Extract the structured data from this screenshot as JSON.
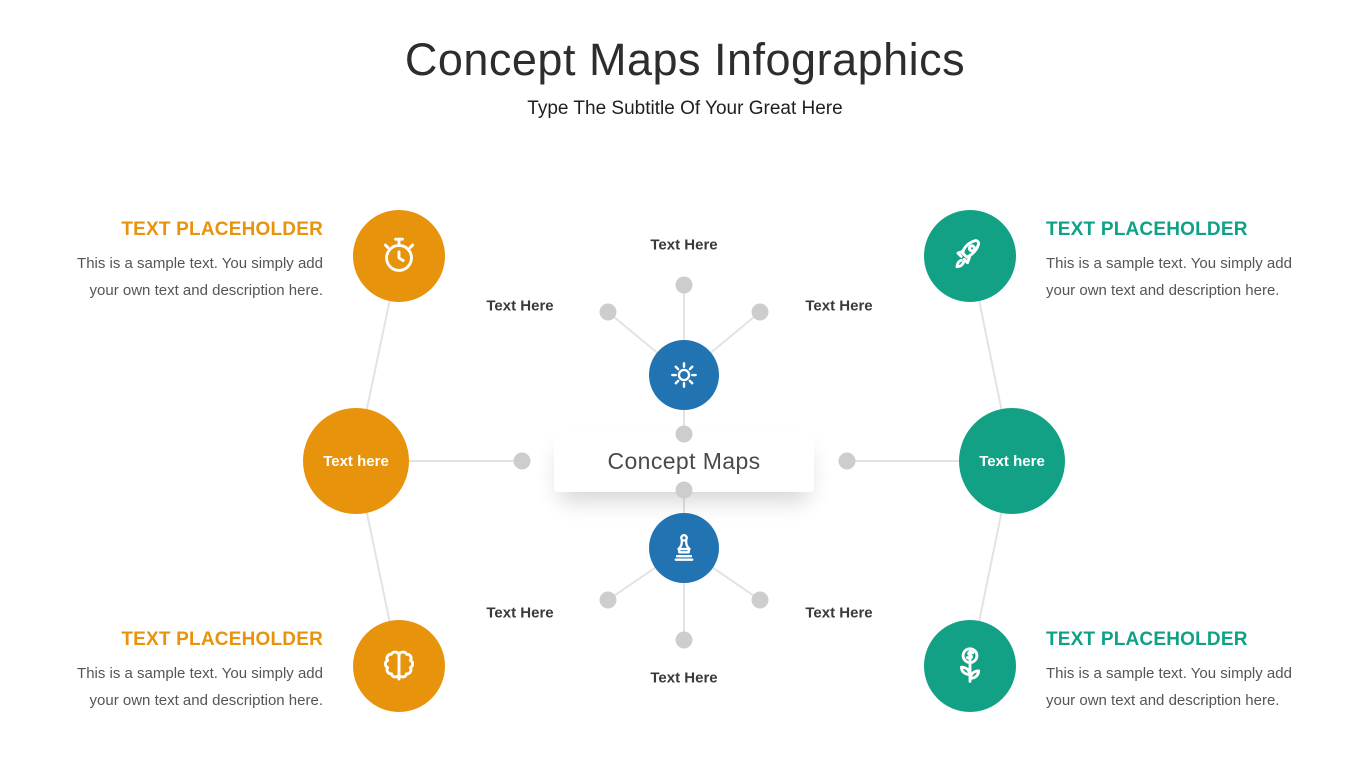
{
  "header": {
    "title": "Concept Maps Infographics",
    "subtitle": "Type The Subtitle Of Your Great Here"
  },
  "center": {
    "label": "Concept Maps"
  },
  "hubs": {
    "left": {
      "label": "Text here"
    },
    "right": {
      "label": "Text here"
    }
  },
  "spoke_labels": {
    "top": "Text Here",
    "top_left": "Text Here",
    "top_right": "Text Here",
    "bottom": "Text Here",
    "bottom_left": "Text Here",
    "bottom_right": "Text Here"
  },
  "cards": {
    "top_left": {
      "heading": "TEXT PLACEHOLDER",
      "body": "This is a sample text. You simply add your own text and description here.",
      "icon": "stopwatch-icon"
    },
    "bottom_left": {
      "heading": "TEXT PLACEHOLDER",
      "body": "This is a sample text. You simply add your own text and description here.",
      "icon": "brain-icon"
    },
    "top_right": {
      "heading": "TEXT PLACEHOLDER",
      "body": "This is a sample text. You simply add your own text and description here.",
      "icon": "rocket-icon"
    },
    "bottom_right": {
      "heading": "TEXT PLACEHOLDER",
      "body": "This is a sample text. You simply add your own text and description here.",
      "icon": "money-plant-icon"
    }
  },
  "colors": {
    "orange": "#e8930c",
    "teal": "#12a185",
    "blue": "#2173b2",
    "line": "#e3e3e3",
    "dot": "#cdcdcd",
    "title_text": "#2d2d2d",
    "body_text": "#555555",
    "spoke_label_text": "#3a3a3a",
    "center_label_text": "#4a4a4a"
  }
}
